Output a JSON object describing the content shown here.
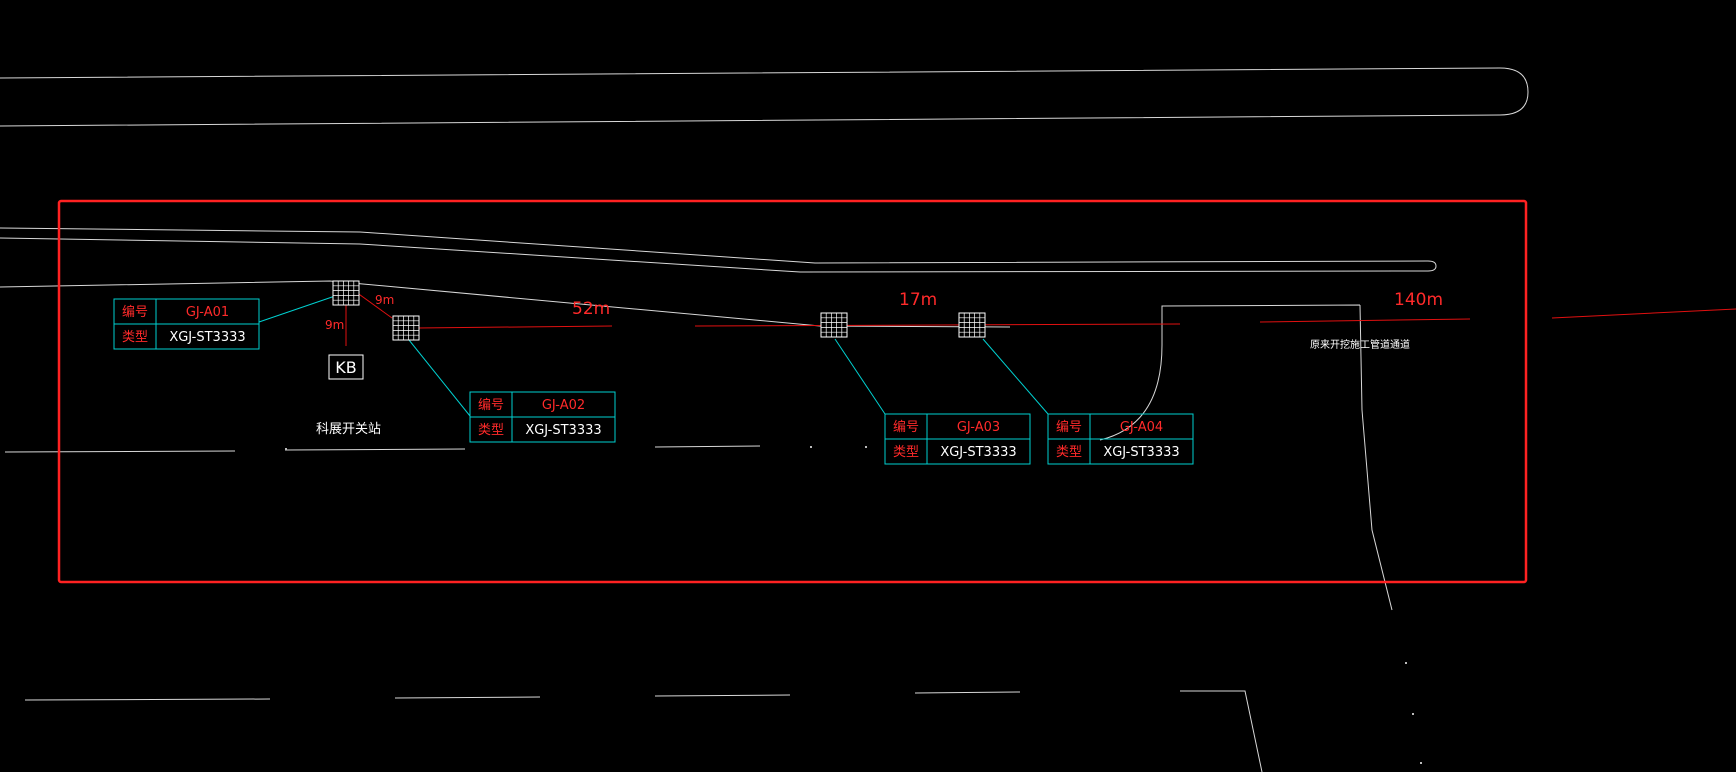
{
  "colors": {
    "background": "#000000",
    "road_line": "#d8d8d8",
    "frame": "#ff2222",
    "cable": "#e01010",
    "table": "#00d0d0",
    "label_red": "#ff2a2a",
    "text_white": "#ffffff"
  },
  "distances": {
    "d1": "9m",
    "d2": "9m",
    "d3": "52m",
    "d4": "17m",
    "d5": "140m"
  },
  "labels": {
    "kb": "KB",
    "station": "科展开关站",
    "right_note": "原来开挖施工管道通道"
  },
  "wells": [
    {
      "id_label": "编号",
      "id_value": "GJ-A01",
      "type_label": "类型",
      "type_value": "XGJ-ST3333"
    },
    {
      "id_label": "编号",
      "id_value": "GJ-A02",
      "type_label": "类型",
      "type_value": "XGJ-ST3333"
    },
    {
      "id_label": "编号",
      "id_value": "GJ-A03",
      "type_label": "类型",
      "type_value": "XGJ-ST3333"
    },
    {
      "id_label": "编号",
      "id_value": "GJ-A04",
      "type_label": "类型",
      "type_value": "XGJ-ST3333"
    }
  ]
}
